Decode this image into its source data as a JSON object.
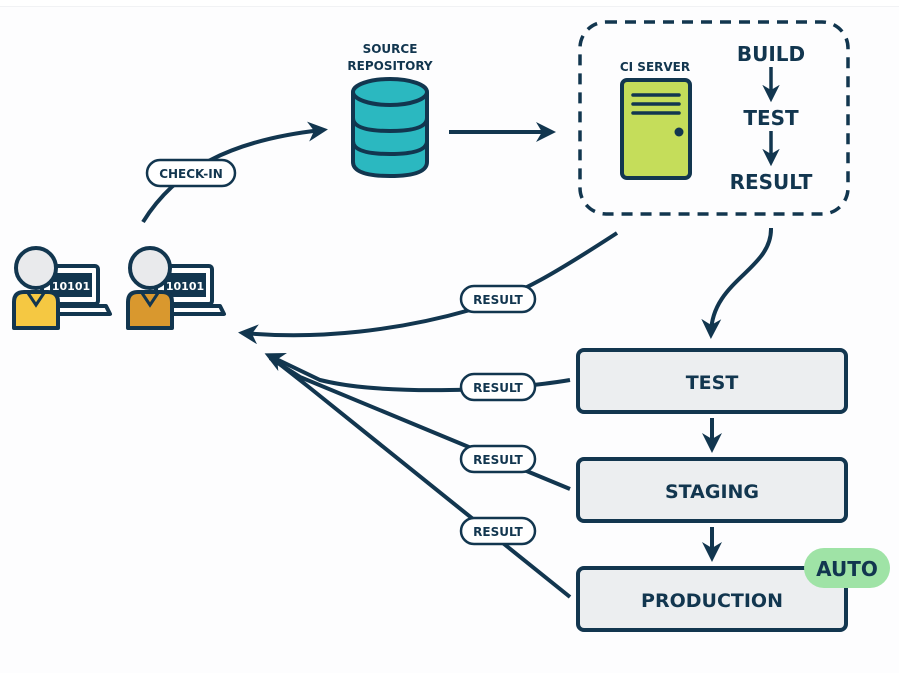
{
  "colors": {
    "ink": "#12364f",
    "repo_fill": "#2bb8c0",
    "server_fill": "#c5dd5a",
    "dev1_shirt": "#f5c842",
    "dev2_shirt": "#d9982e",
    "head_fill": "#e9eaec",
    "stage_fill": "#eceef0",
    "auto_fill": "#9fe3a6"
  },
  "developers": [
    {
      "screen_text": "10101"
    },
    {
      "screen_text": "10101"
    }
  ],
  "repository": {
    "label_line1": "SOURCE",
    "label_line2": "REPOSITORY"
  },
  "ci": {
    "server_label": "CI SERVER",
    "steps": [
      "BUILD",
      "TEST",
      "RESULT"
    ]
  },
  "edges": {
    "checkin_label": "CHECK-IN",
    "result_labels": [
      "RESULT",
      "RESULT",
      "RESULT",
      "RESULT"
    ]
  },
  "stages": [
    {
      "label": "TEST"
    },
    {
      "label": "STAGING"
    },
    {
      "label": "PRODUCTION",
      "badge": "AUTO"
    }
  ]
}
